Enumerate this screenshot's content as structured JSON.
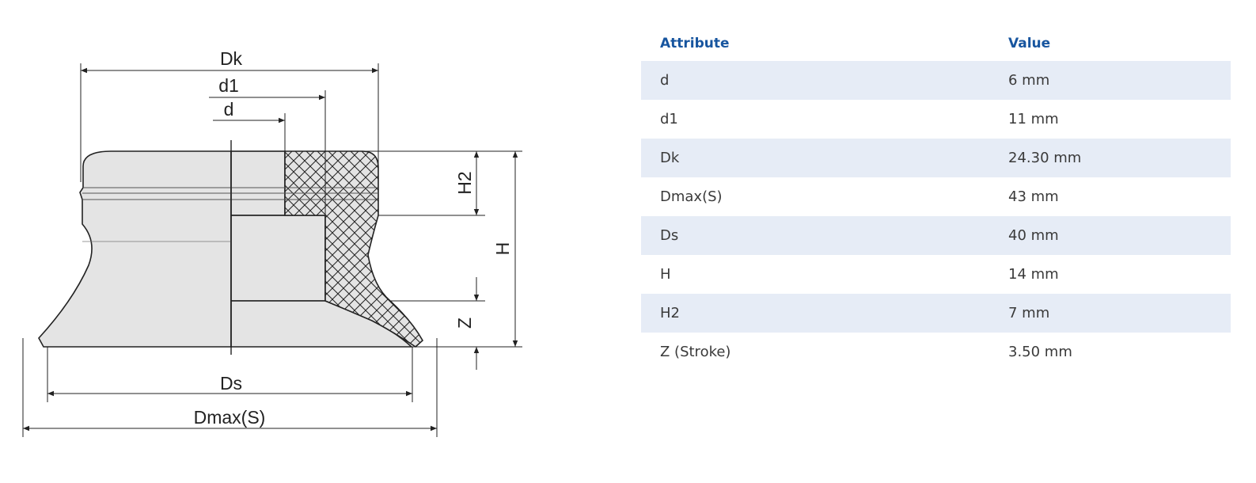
{
  "drawing": {
    "labels": {
      "Dk": "Dk",
      "d1": "d1",
      "d": "d",
      "H2": "H2",
      "H": "H",
      "Z": "Z",
      "Ds": "Ds",
      "Dmax": "Dmax(S)"
    }
  },
  "table": {
    "headers": {
      "attribute": "Attribute",
      "value": "Value"
    },
    "rows": [
      {
        "attribute": "d",
        "value": "6 mm"
      },
      {
        "attribute": "d1",
        "value": "11 mm"
      },
      {
        "attribute": "Dk",
        "value": "24.30 mm"
      },
      {
        "attribute": "Dmax(S)",
        "value": "43 mm"
      },
      {
        "attribute": "Ds",
        "value": "40 mm"
      },
      {
        "attribute": "H",
        "value": "14 mm"
      },
      {
        "attribute": "H2",
        "value": "7 mm"
      },
      {
        "attribute": "Z (Stroke)",
        "value": "3.50 mm"
      }
    ]
  }
}
